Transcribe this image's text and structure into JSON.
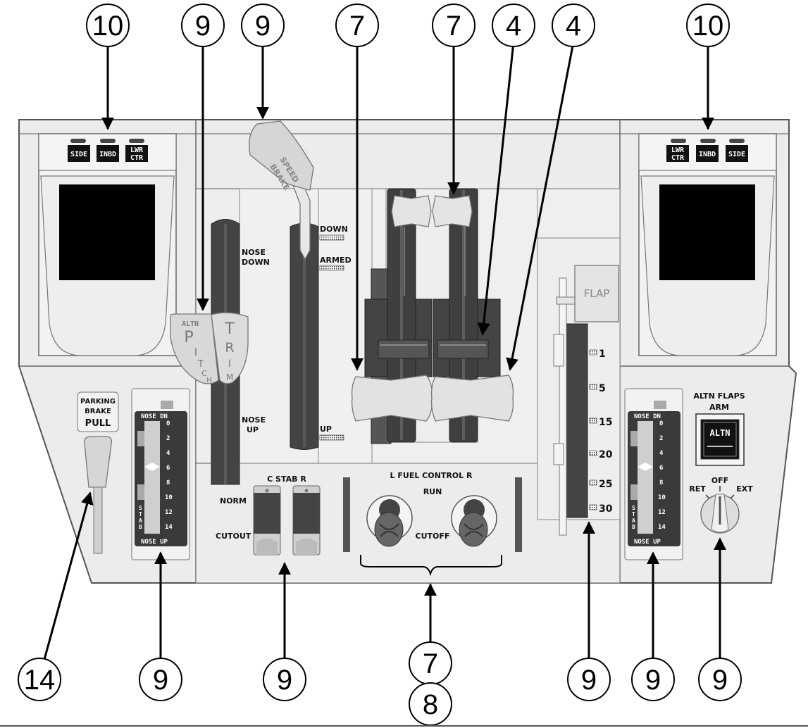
{
  "callouts": {
    "top": [
      "10",
      "9",
      "9",
      "7",
      "7",
      "4",
      "4",
      "10"
    ],
    "bottom": [
      "14",
      "9",
      "9",
      "7",
      "8",
      "9",
      "9",
      "9"
    ]
  },
  "annunciators_left": [
    "SIDE",
    "INBD",
    "LWR",
    "CTR"
  ],
  "annunciators_right": [
    "LWR",
    "CTR",
    "INBD",
    "SIDE"
  ],
  "speedbrake": {
    "handle_label_1": "SPEED",
    "handle_label_2": "BRAKE",
    "positions": [
      "DOWN",
      "ARMED",
      "UP"
    ]
  },
  "pitch_trim": {
    "nose_down": [
      "NOSE",
      "DOWN"
    ],
    "nose_up": [
      "NOSE",
      "UP"
    ],
    "altn": "ALTN",
    "pitch_letters": [
      "P",
      "I",
      "T",
      "C",
      "H"
    ],
    "trim_letters": [
      "T",
      "R",
      "I",
      "M"
    ]
  },
  "parking_brake": [
    "PARKING",
    "BRAKE",
    "PULL"
  ],
  "stab_gauge": {
    "top_label": "NOSE DN",
    "bottom_label": "NOSE UP",
    "scale": [
      "0",
      "2",
      "4",
      "6",
      "8",
      "10",
      "12",
      "14"
    ],
    "side_letters": [
      "S",
      "T",
      "A",
      "B"
    ]
  },
  "stab_cutout": {
    "title": "C STAB R",
    "norm": "NORM",
    "cutout": "CUTOUT"
  },
  "fuel_control": {
    "title": "L FUEL CONTROL R",
    "run": "RUN",
    "cutoff": "CUTOFF"
  },
  "flap": {
    "label": "FLAP",
    "detents": [
      "1",
      "5",
      "15",
      "20",
      "25",
      "30"
    ]
  },
  "altn_flaps": {
    "title_1": "ALTN FLAPS",
    "title_2": "ARM",
    "switch_label": "ALTN",
    "ret": "RET",
    "off": "OFF",
    "ext": "EXT"
  },
  "colors": {
    "panel": "#ececec",
    "panel_stroke": "#555555",
    "dark": "#3c3c3c",
    "screen": "#000000",
    "lever": "#e6e6e6"
  }
}
